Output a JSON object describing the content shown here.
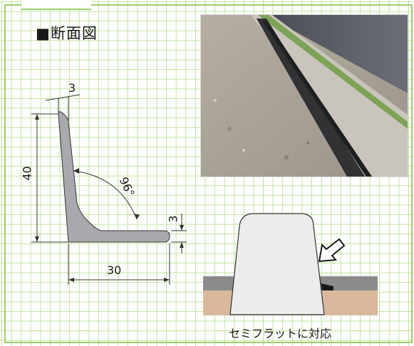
{
  "section_title": "■断面図",
  "dimensions": {
    "thickness_top": "3",
    "height": "40",
    "angle": "96°",
    "thickness_base": "3",
    "width": "30"
  },
  "caption": "セミフラットに対応",
  "colors": {
    "grid_line": "#bfe39a",
    "border": "#9ccf6a",
    "profile_fill": "#a9a9ad",
    "curb_fill": "#ececec",
    "road_asphalt": "#8b8b8b",
    "road_soil": "#d9b99c"
  }
}
